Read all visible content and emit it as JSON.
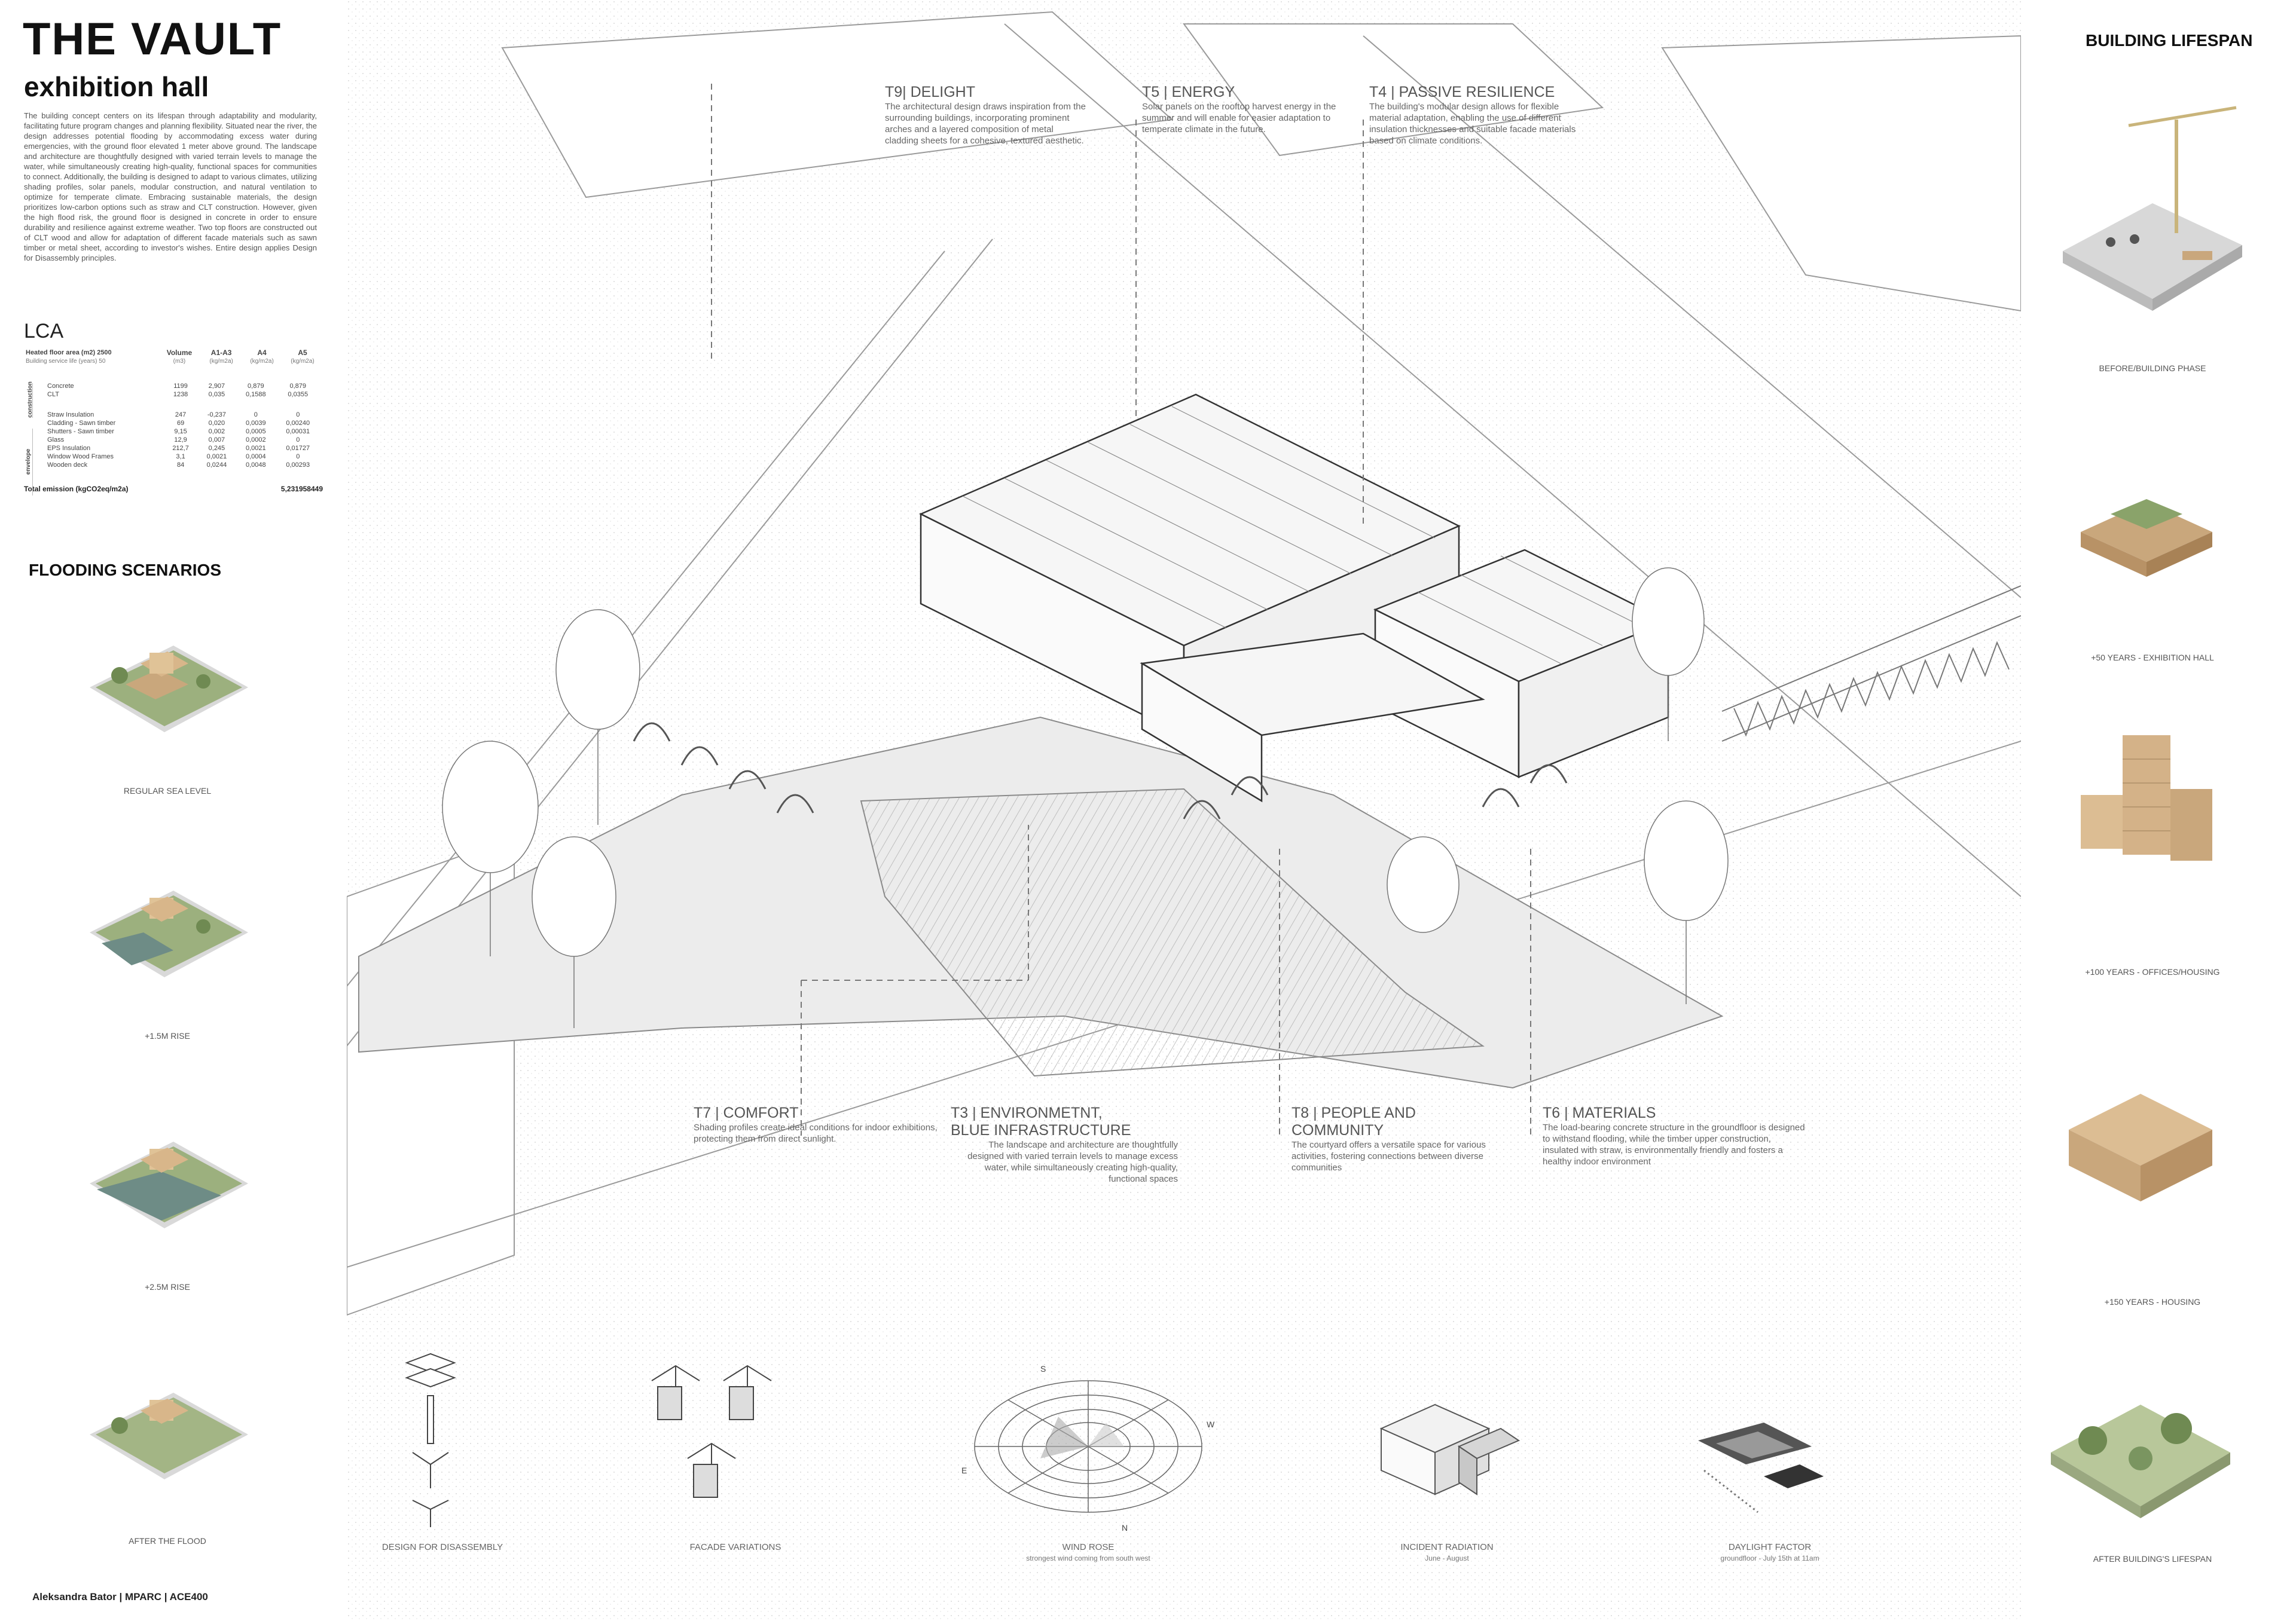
{
  "header": {
    "title": "THE VAULT",
    "subtitle": "exhibition hall",
    "intro": "The building concept centers on its lifespan through adaptability and modularity, facilitating future program changes and planning flexibility. Situated near the river, the design addresses potential flooding by accommodating excess water during emergencies, with the ground floor elevated 1 meter above ground. The landscape and architecture are thoughtfully designed with varied terrain levels to manage the water, while simultaneously creating high-quality, functional spaces for communities to connect. Additionally, the building is designed to adapt to various climates, utilizing shading profiles, solar panels, modular construction, and natural ventilation to optimize for temperate climate. Embracing sustainable materials, the design prioritizes low-carbon options such as straw and CLT construction. However, given the high flood risk, the ground floor is designed in concrete in order to ensure durability and resilience against extreme weather. Two top floors are constructed out of CLT wood and allow for adaptation of different facade materials such as sawn timber or metal sheet, according to investor's wishes. Entire design applies Design for Disassembly principles."
  },
  "lca": {
    "heading": "LCA",
    "heated_area_label": "Heated floor area (m2) 2500",
    "service_life_label": "Building service life (years) 50",
    "columns": [
      {
        "name": "Volume",
        "unit": "(m3)"
      },
      {
        "name": "A1-A3",
        "unit": "(kg/m2a)"
      },
      {
        "name": "A4",
        "unit": "(kg/m2a)"
      },
      {
        "name": "A5",
        "unit": "(kg/m2a)"
      }
    ],
    "group_construction": "construction",
    "group_envelope": "envelope",
    "construction_rows": [
      {
        "material": "Concrete",
        "volume": "1199",
        "a1a3": "2,907",
        "a4": "0,879",
        "a5": "0,879"
      },
      {
        "material": "CLT",
        "volume": "1238",
        "a1a3": "0,035",
        "a4": "0,1588",
        "a5": "0,0355"
      }
    ],
    "envelope_rows": [
      {
        "material": "Straw Insulation",
        "volume": "247",
        "a1a3": "-0,237",
        "a4": "0",
        "a5": "0"
      },
      {
        "material": "Cladding - Sawn timber",
        "volume": "69",
        "a1a3": "0,020",
        "a4": "0,0039",
        "a5": "0,00240"
      },
      {
        "material": "Shutters - Sawn timber",
        "volume": "9,15",
        "a1a3": "0,002",
        "a4": "0,0005",
        "a5": "0,00031"
      },
      {
        "material": "Glass",
        "volume": "12,9",
        "a1a3": "0,007",
        "a4": "0,0002",
        "a5": "0"
      },
      {
        "material": "EPS Insulation",
        "volume": "212,7",
        "a1a3": "0,245",
        "a4": "0,0021",
        "a5": "0,01727"
      },
      {
        "material": "Window Wood Frames",
        "volume": "3,1",
        "a1a3": "0,0021",
        "a4": "0,0004",
        "a5": "0"
      },
      {
        "material": "Wooden deck",
        "volume": "84",
        "a1a3": "0,0244",
        "a4": "0,0048",
        "a5": "0,00293"
      }
    ],
    "total_label": "Total emission (kgCO2eq/m2a)",
    "total_value": "5,231958449"
  },
  "flooding": {
    "heading": "FLOODING SCENARIOS",
    "captions": [
      "REGULAR SEA LEVEL",
      "+1.5M RISE",
      "+2.5M RISE",
      "AFTER THE FLOOD"
    ]
  },
  "lifespan": {
    "heading": "BUILDING LIFESPAN",
    "captions": [
      "BEFORE/BUILDING PHASE",
      "+50 YEARS - EXHIBITION HALL",
      "+100 YEARS - OFFICES/HOUSING",
      "+150 YEARS - HOUSING",
      "AFTER BUILDING'S LIFESPAN"
    ]
  },
  "themes": {
    "t9": {
      "title": "T9| DELIGHT",
      "body": "The architectural design draws inspiration from the surrounding buildings, incorporating prominent arches and a layered composition of metal cladding sheets for a cohesive, textured aesthetic."
    },
    "t5": {
      "title": "T5 | ENERGY",
      "body": "Solar panels on the rooftop harvest energy in the summer and will enable for easier adaptation to temperate climate in the future."
    },
    "t4": {
      "title": "T4 | PASSIVE RESILIENCE",
      "body": "The building's modular design allows for flexible material adaptation, enabling the use of different insulation thicknesses and suitable facade materials based on climate conditions."
    },
    "t7": {
      "title": "T7 | COMFORT",
      "body": "Shading profiles create ideal conditions for indoor exhibitions, protecting them from direct sunlight."
    },
    "t3": {
      "title_line1": "T3 | ENVIRONMETNT,",
      "title_line2": "BLUE INFRASTRUCTURE",
      "body": "The landscape and architecture are thoughtfully designed with varied terrain levels to manage excess water, while simultaneously creating high-quality, functional spaces"
    },
    "t8": {
      "title_line1": "T8 | PEOPLE AND",
      "title_line2": "COMMUNITY",
      "body": "The courtyard offers a versatile space for various activities, fostering connections between diverse communities"
    },
    "t6": {
      "title": "T6 | MATERIALS",
      "body": "The load-bearing concrete structure in the groundfloor is designed to withstand flooding, while the timber upper construction, insulated with straw, is environmentally friendly and fosters a healthy indoor environment"
    }
  },
  "bottom_diagrams": {
    "dfd": "DESIGN FOR DISASSEMBLY",
    "facade": "FACADE VARIATIONS",
    "wind": "WIND ROSE",
    "wind_sub": "strongest wind coming from south west",
    "radiation": "INCIDENT RADIATION",
    "radiation_sub": "June - August",
    "daylight": "DAYLIGHT FACTOR",
    "daylight_sub": "groundfloor - July 15th at 11am",
    "compass": {
      "s": "S",
      "w": "W",
      "e": "E",
      "n": "N"
    }
  },
  "footer": {
    "author": "Aleksandra Bator | MPARC | ACE400"
  },
  "colors": {
    "timber": "#c9a77c",
    "greenery": "#8aa36a",
    "water": "#6e8c86",
    "line": "#9a9a9a",
    "ground": "#ececec"
  }
}
